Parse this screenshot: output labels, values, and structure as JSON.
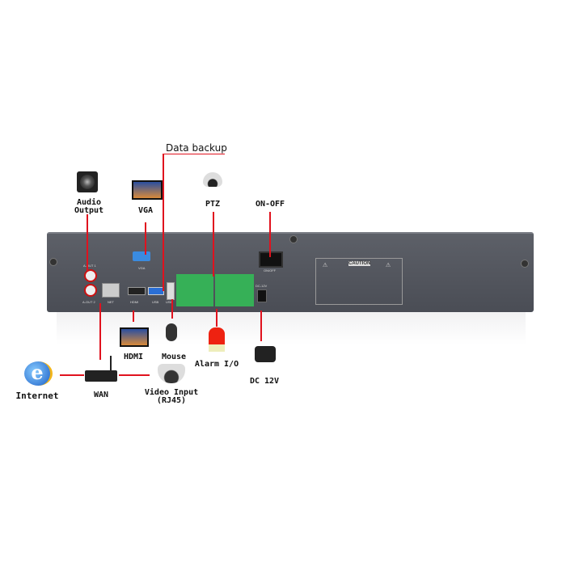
{
  "title": "Data backup",
  "top_devices": [
    {
      "id": "audio",
      "label": "Audio\nOutput",
      "icon": "speaker-icon"
    },
    {
      "id": "vga",
      "label": "VGA",
      "icon": "monitor-icon"
    },
    {
      "id": "ptz",
      "label": "PTZ",
      "icon": "dome-camera-icon"
    },
    {
      "id": "onoff",
      "label": "ON-OFF",
      "icon": "power-switch-icon"
    }
  ],
  "bottom_devices": [
    {
      "id": "hdmi",
      "label": "HDMI",
      "icon": "monitor-icon"
    },
    {
      "id": "mouse",
      "label": "Mouse",
      "icon": "mouse-icon"
    },
    {
      "id": "alarm",
      "label": "Alarm I/O",
      "icon": "alarm-light-icon"
    },
    {
      "id": "dc",
      "label": "DC 12V",
      "icon": "power-adapter-icon"
    },
    {
      "id": "internet",
      "label": "Internet",
      "icon": "internet-explorer-icon"
    },
    {
      "id": "wan",
      "label": "WAN",
      "icon": "router-icon"
    },
    {
      "id": "video",
      "label": "Video Input\n(RJ45)",
      "icon": "dome-camera-icon"
    }
  ],
  "panel_labels": {
    "aout1": "A-OUT 1",
    "aout2": "A-OUT 2",
    "net": "NET",
    "hdmi": "HDMI",
    "usb": "USB",
    "usb2": "USB",
    "vga": "VGA",
    "dc": "DC-12V",
    "onoff": "ON/OFF",
    "caution": "CAUTION"
  },
  "colors": {
    "line": "#e0121e",
    "panel": "#55585f",
    "terminal": "#36b057"
  }
}
